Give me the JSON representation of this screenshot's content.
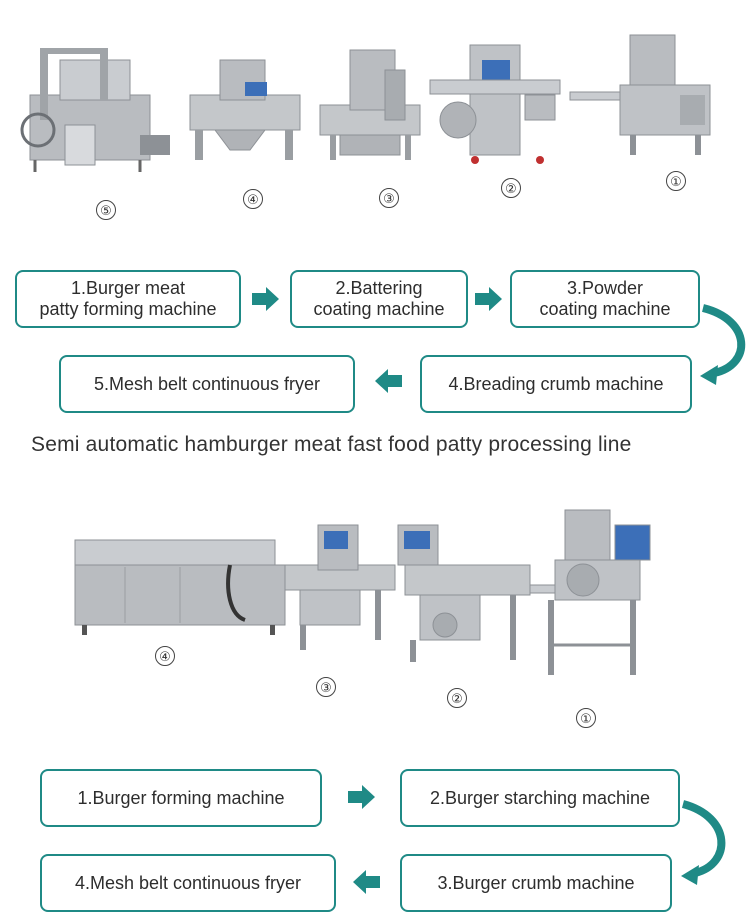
{
  "top_line": {
    "machines": [
      "⑤",
      "④",
      "③",
      "②",
      "①"
    ],
    "steps": [
      "1.Burger meat\npatty forming machine",
      "2.Battering\ncoating machine",
      "3.Powder\ncoating machine",
      "4.Breading crumb machine",
      "5.Mesh belt continuous fryer"
    ]
  },
  "bottom_line": {
    "heading": "Semi automatic hamburger meat fast food patty processing line",
    "machines": [
      "④",
      "③",
      "②",
      "①"
    ],
    "steps": [
      "1.Burger forming machine",
      "2.Burger starching machine",
      "3.Burger crumb machine",
      "4.Mesh belt continuous fryer"
    ]
  },
  "colors": {
    "accent": "#1f8a86",
    "steel": "#b9bcc0",
    "steel_dark": "#8d9196",
    "panel_blue": "#3c6fb8"
  }
}
